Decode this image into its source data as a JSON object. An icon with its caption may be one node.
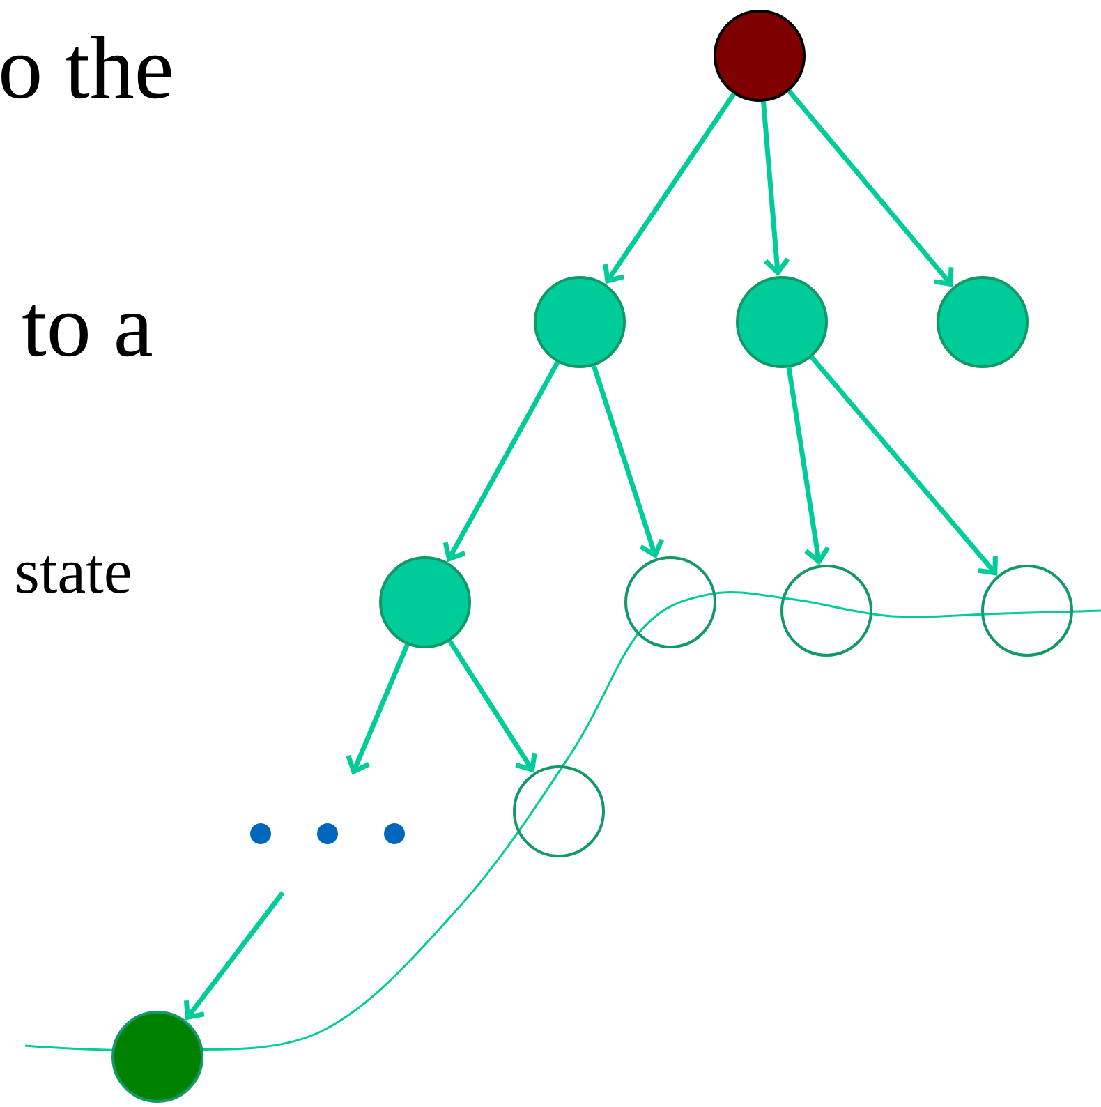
{
  "diagram": {
    "nodes": [
      {
        "text": [],
        "shape": "circle"
      },
      {
        "text": [],
        "shape": "circle"
      },
      {
        "text": [],
        "shape": "circle"
      },
      {
        "text": [],
        "shape": "circle"
      },
      {
        "text": [],
        "shape": "circle"
      },
      {
        "text": [],
        "shape": "circle"
      },
      {
        "text": [],
        "shape": "circle"
      },
      {
        "text": [],
        "shape": "circle"
      },
      {
        "text": [],
        "shape": "circle"
      },
      {
        "text": [],
        "shape": "dots"
      },
      {
        "text": [],
        "shape": "circle"
      }
    ],
    "edges": [
      {
        "from": 0,
        "to": 1,
        "arrow": "to"
      },
      {
        "from": 0,
        "to": 2,
        "arrow": "to"
      },
      {
        "from": 0,
        "to": 3,
        "arrow": "to"
      },
      {
        "from": 1,
        "to": 4,
        "arrow": "to"
      },
      {
        "from": 1,
        "to": 5,
        "arrow": "to"
      },
      {
        "from": 2,
        "to": 6,
        "arrow": "to"
      },
      {
        "from": 2,
        "to": 7,
        "arrow": "to"
      },
      {
        "from": 4,
        "to": 9,
        "arrow": "to"
      },
      {
        "from": 4,
        "to": 8,
        "arrow": "to"
      },
      {
        "from": 9,
        "to": 10,
        "arrow": "to"
      }
    ],
    "labels": [
      "o the",
      "to a",
      "state"
    ]
  }
}
